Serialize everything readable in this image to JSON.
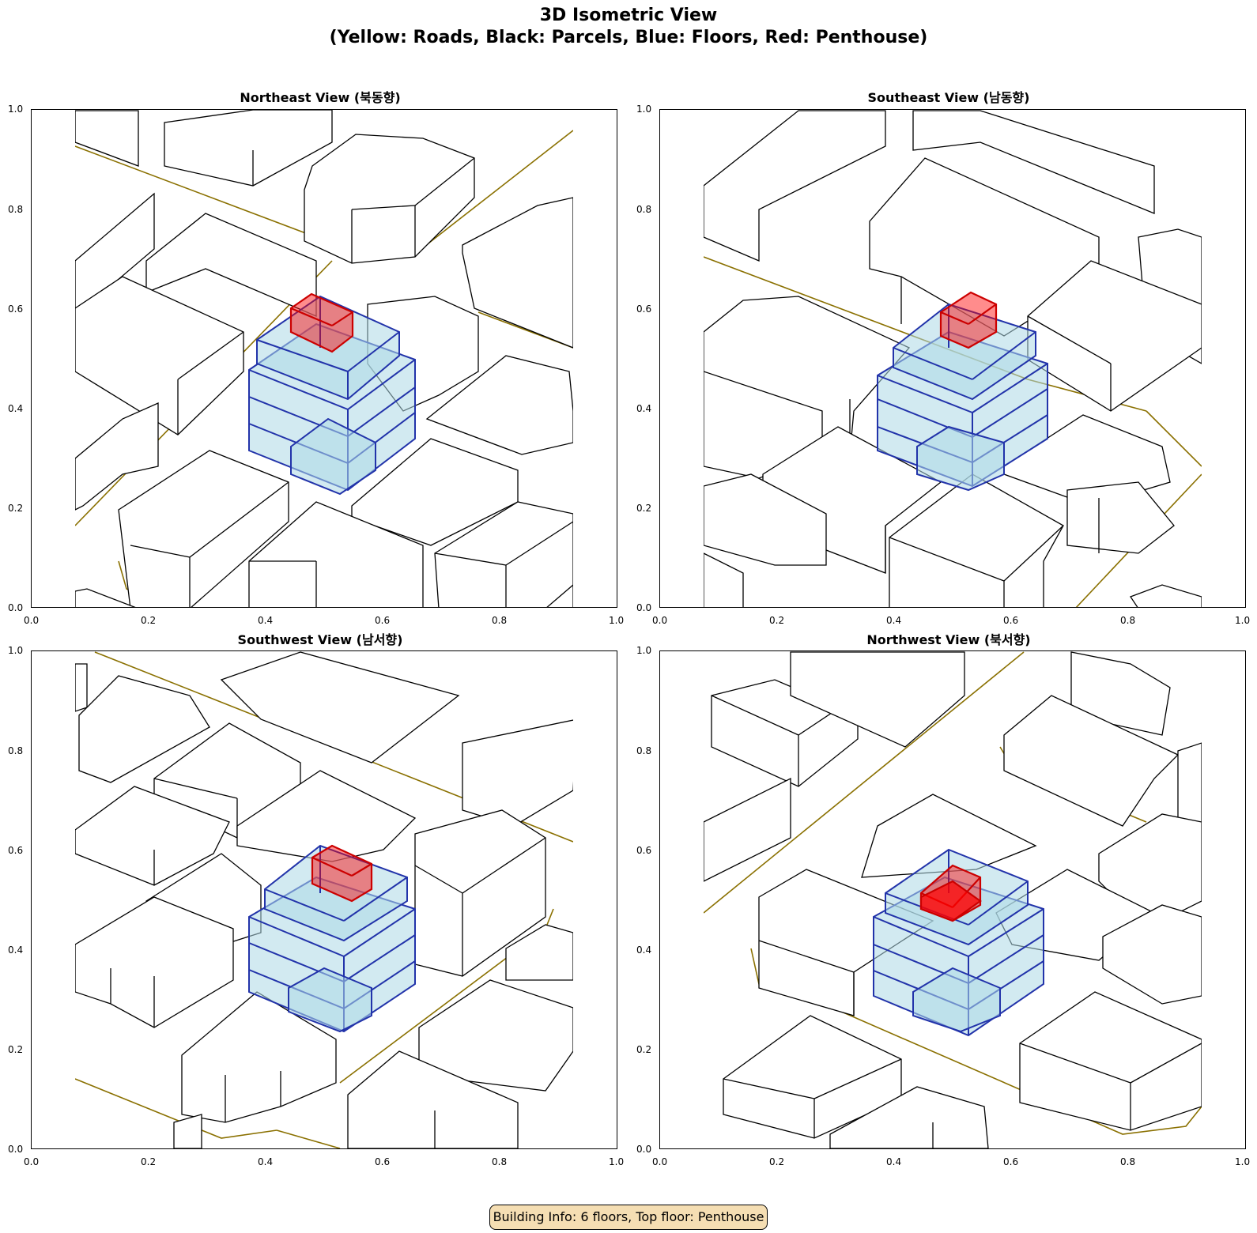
{
  "figure": {
    "title_line1": "3D Isometric View",
    "title_line2": "(Yellow: Roads, Black: Parcels, Blue: Floors, Red: Penthouse)",
    "info_box": "Building Info: 6 floors, Top floor: Penthouse"
  },
  "legend_colors": {
    "roads": "#ffd700",
    "parcels": "#000000",
    "floors": "#add8e6",
    "floor_edges": "#2233aa",
    "penthouse": "#ff0000"
  },
  "panels": [
    {
      "title": "Northeast View (북동향)"
    },
    {
      "title": "Southeast View (남동향)"
    },
    {
      "title": "Southwest View (남서향)"
    },
    {
      "title": "Northwest View (북서향)"
    }
  ],
  "axes": {
    "x_ticks": [
      "0.0",
      "0.2",
      "0.4",
      "0.6",
      "0.8",
      "1.0"
    ],
    "y_ticks": [
      "0.0",
      "0.2",
      "0.4",
      "0.6",
      "0.8",
      "1.0"
    ],
    "xlim": [
      0,
      1
    ],
    "ylim": [
      0,
      1
    ]
  },
  "building": {
    "floors": 6,
    "top_floor": "Penthouse"
  }
}
